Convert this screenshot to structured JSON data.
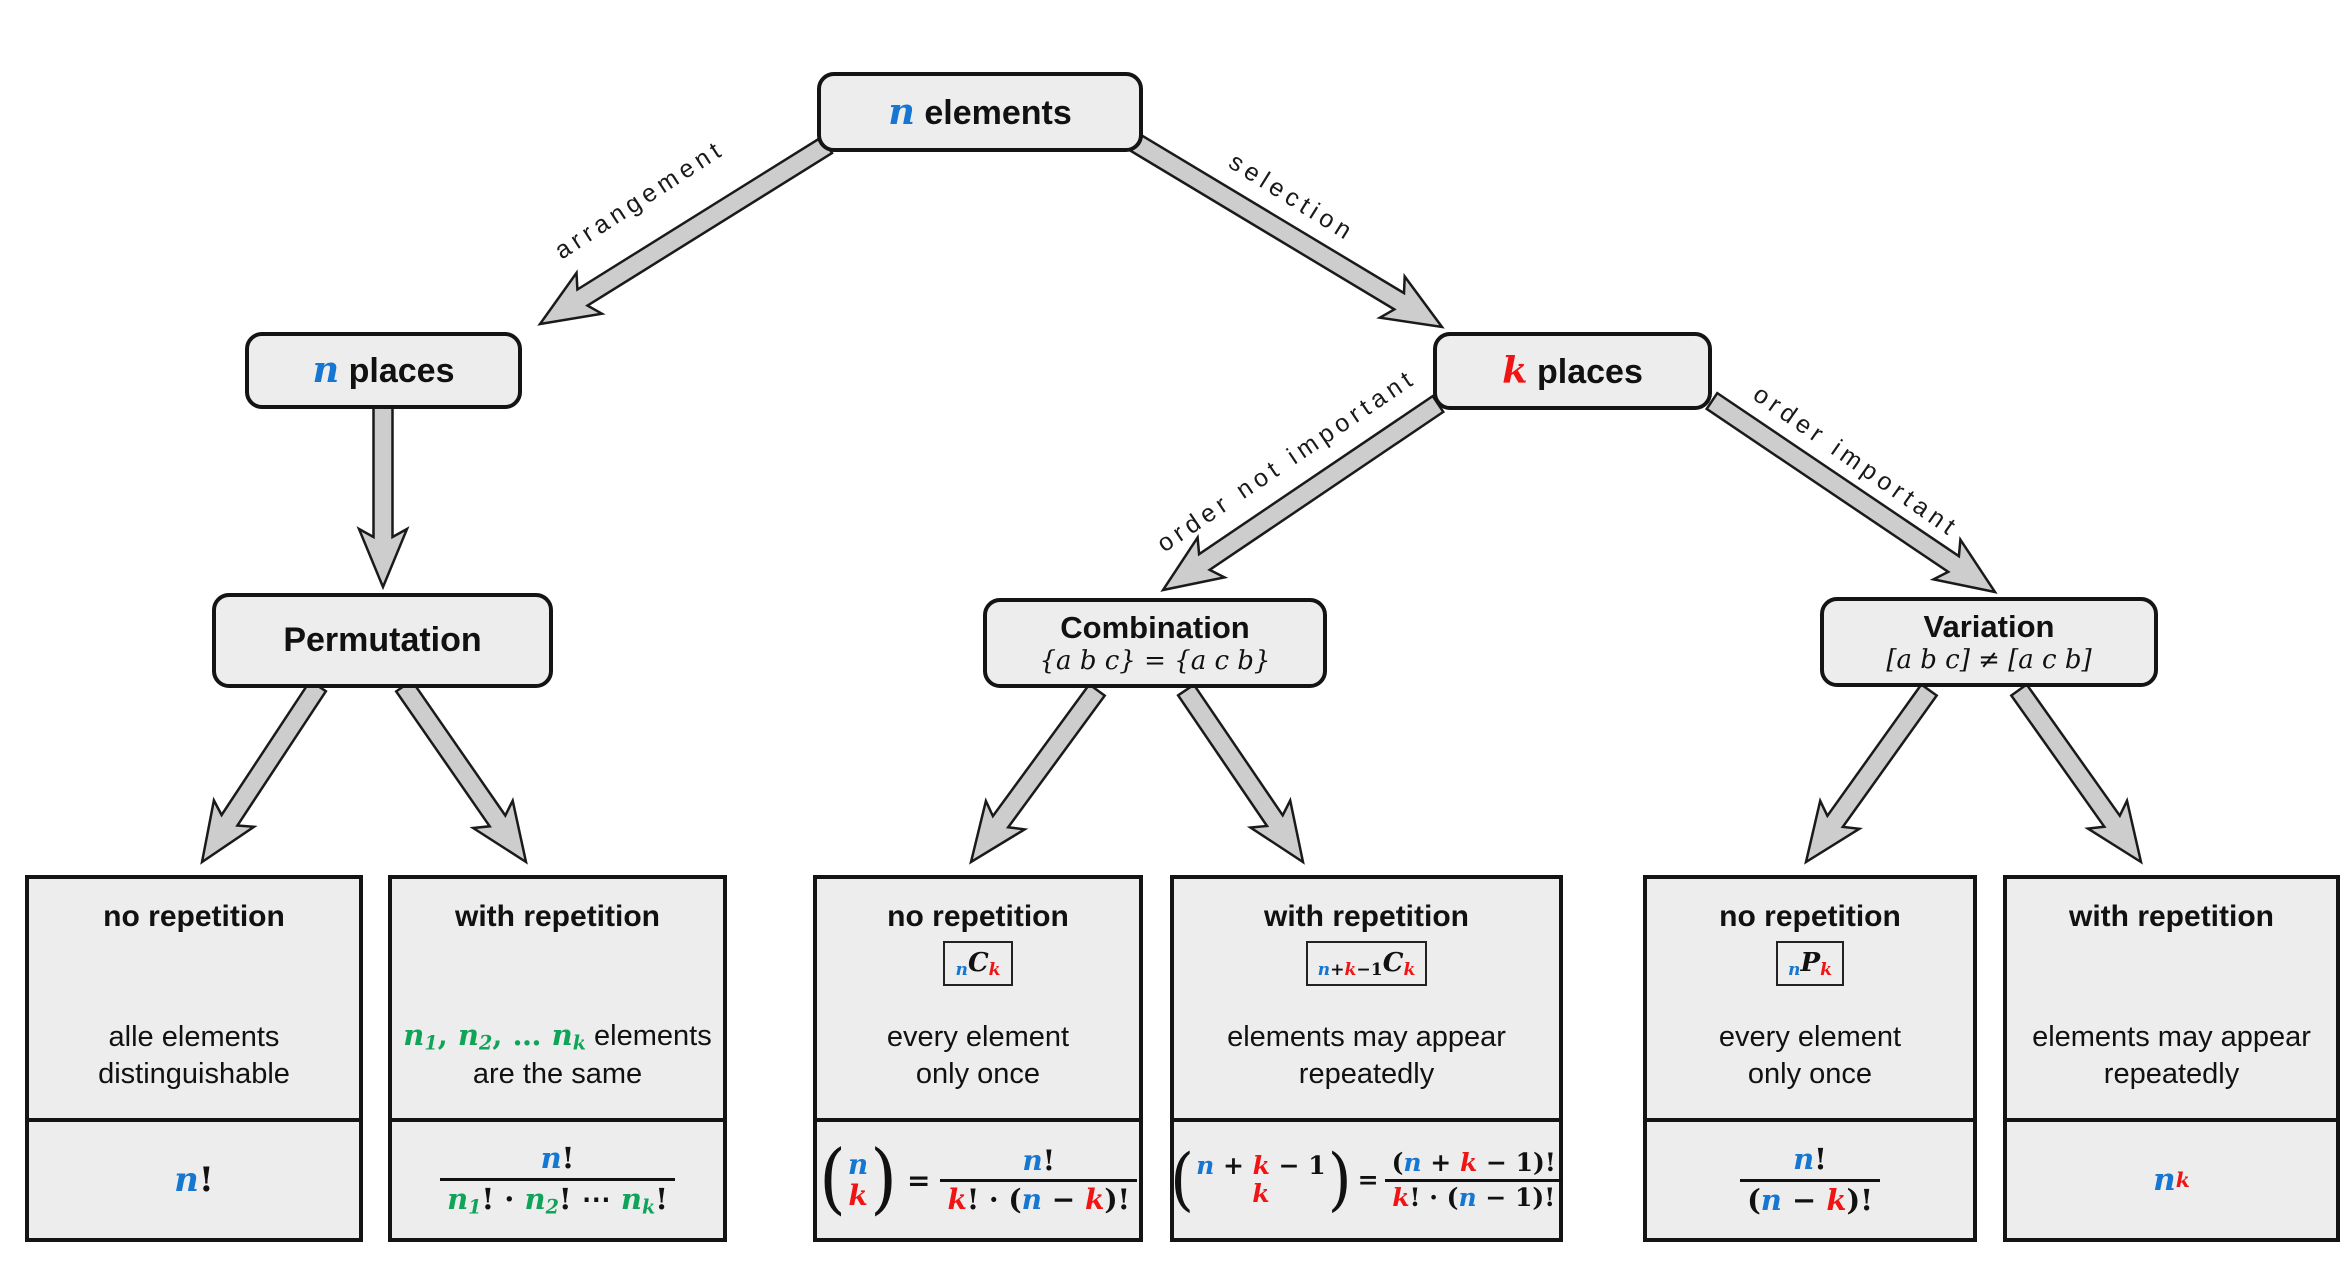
{
  "palette": {
    "blue": "#1577d2",
    "red": "#f01414",
    "green": "#10a45a",
    "box_fill": "#ededed",
    "box_border": "#141414",
    "arrow_fill": "#cdcdcd",
    "arrow_outline": "#1a1a1a",
    "text": "#111111"
  },
  "nodes": {
    "n_elements": {
      "title_runs": [
        {
          "t": "n",
          "c": "blue"
        },
        {
          "t": " elements",
          "style": "label"
        }
      ]
    },
    "n_places": {
      "title_runs": [
        {
          "t": "n",
          "c": "blue"
        },
        {
          "t": " places",
          "style": "label"
        }
      ]
    },
    "k_places": {
      "title_runs": [
        {
          "t": "k",
          "c": "red"
        },
        {
          "t": " places",
          "style": "label"
        }
      ]
    },
    "permutation": {
      "title": "Permutation"
    },
    "combination": {
      "title": "Combination",
      "subtitle": "{a b c} = {a c b}"
    },
    "variation": {
      "title": "Variation",
      "subtitle": "[a b c] ≠ [a c b]"
    }
  },
  "edges": {
    "arrangement": "arrangement",
    "selection": "selection",
    "order_not_important": "order not important",
    "order_important": "order important"
  },
  "leaves": [
    {
      "title": "no repetition",
      "desc": [
        [
          {
            "t": "alle elements",
            "style": "text"
          }
        ],
        [
          {
            "t": "distinguishable",
            "style": "text"
          }
        ]
      ],
      "formula": {
        "runs": [
          {
            "t": "n",
            "c": "blue"
          },
          {
            "t": "!",
            "up": 1
          }
        ]
      }
    },
    {
      "title": "with repetition",
      "desc": [
        [
          {
            "t": "n",
            "c": "green"
          },
          {
            "t": "1",
            "c": "green",
            "sub": 1
          },
          {
            "t": ", ",
            "c": "green",
            "up": 1
          },
          {
            "t": "n",
            "c": "green"
          },
          {
            "t": "2",
            "c": "green",
            "sub": 1
          },
          {
            "t": ", … ",
            "c": "green",
            "up": 1
          },
          {
            "t": "n",
            "c": "green"
          },
          {
            "t": "k",
            "c": "green",
            "sub": 1
          },
          {
            "t": " elements",
            "style": "text"
          }
        ],
        [
          {
            "t": "are the same",
            "style": "text"
          }
        ]
      ],
      "formula": {
        "frac": {
          "num": [
            {
              "t": "n",
              "c": "blue"
            },
            {
              "t": "!",
              "up": 1
            }
          ],
          "den": [
            {
              "t": "n",
              "c": "green"
            },
            {
              "t": "1",
              "c": "green",
              "sub": 1
            },
            {
              "t": "!",
              "up": 1
            },
            {
              "t": " · ",
              "up": 1
            },
            {
              "t": "n",
              "c": "green"
            },
            {
              "t": "2",
              "c": "green",
              "sub": 1
            },
            {
              "t": "!",
              "up": 1
            },
            {
              "t": " ⋯ ",
              "up": 1
            },
            {
              "t": "n",
              "c": "green"
            },
            {
              "t": "k",
              "c": "green",
              "sub": 1
            },
            {
              "t": "!",
              "up": 1
            }
          ]
        }
      }
    },
    {
      "title": "no repetition",
      "badge": [
        {
          "t": "n",
          "c": "blue",
          "sub": 1
        },
        {
          "t": "C"
        },
        {
          "t": "k",
          "c": "red",
          "sub": 1
        }
      ],
      "desc": [
        [
          {
            "t": "every element",
            "style": "text"
          }
        ],
        [
          {
            "t": "only once",
            "style": "text"
          }
        ]
      ],
      "formula": {
        "row": [
          {
            "binom": {
              "top": [
                {
                  "t": "n",
                  "c": "blue"
                }
              ],
              "bot": [
                {
                  "t": "k",
                  "c": "red"
                }
              ]
            }
          },
          {
            "runs": [
              {
                "t": "=",
                "up": 1
              }
            ]
          },
          {
            "frac": {
              "num": [
                {
                  "t": "n",
                  "c": "blue"
                },
                {
                  "t": "!",
                  "up": 1
                }
              ],
              "den": [
                {
                  "t": "k",
                  "c": "red"
                },
                {
                  "t": "!",
                  "up": 1
                },
                {
                  "t": " · (",
                  "up": 1
                },
                {
                  "t": "n",
                  "c": "blue"
                },
                {
                  "t": " − ",
                  "up": 1
                },
                {
                  "t": "k",
                  "c": "red"
                },
                {
                  "t": ")!",
                  "up": 1
                }
              ]
            }
          }
        ]
      }
    },
    {
      "title": "with repetition",
      "badge": [
        {
          "t": "n",
          "c": "blue",
          "sub": 1
        },
        {
          "t": "+",
          "sub": 1,
          "up": 1
        },
        {
          "t": "k",
          "c": "red",
          "sub": 1
        },
        {
          "t": "−1",
          "sub": 1,
          "up": 1
        },
        {
          "t": "C"
        },
        {
          "t": "k",
          "c": "red",
          "sub": 1
        }
      ],
      "desc": [
        [
          {
            "t": "elements may appear",
            "style": "text"
          }
        ],
        [
          {
            "t": "repeatedly",
            "style": "text"
          }
        ]
      ],
      "formula": {
        "row": [
          {
            "binom": {
              "top": [
                {
                  "t": "n",
                  "c": "blue"
                },
                {
                  "t": " + ",
                  "up": 1
                },
                {
                  "t": "k",
                  "c": "red"
                },
                {
                  "t": " − 1",
                  "up": 1
                }
              ],
              "bot": [
                {
                  "t": "k",
                  "c": "red"
                }
              ]
            }
          },
          {
            "runs": [
              {
                "t": "=",
                "up": 1
              }
            ]
          },
          {
            "frac": {
              "num": [
                {
                  "t": "(",
                  "up": 1
                },
                {
                  "t": "n",
                  "c": "blue"
                },
                {
                  "t": " + ",
                  "up": 1
                },
                {
                  "t": "k",
                  "c": "red"
                },
                {
                  "t": " − 1",
                  "up": 1
                },
                {
                  "t": ")!",
                  "up": 1
                }
              ],
              "den": [
                {
                  "t": "k",
                  "c": "red"
                },
                {
                  "t": "!",
                  "up": 1
                },
                {
                  "t": " · (",
                  "up": 1
                },
                {
                  "t": "n",
                  "c": "blue"
                },
                {
                  "t": " − 1",
                  "up": 1
                },
                {
                  "t": ")!",
                  "up": 1
                }
              ]
            }
          }
        ]
      }
    },
    {
      "title": "no repetition",
      "badge": [
        {
          "t": "n",
          "c": "blue",
          "sub": 1
        },
        {
          "t": "P"
        },
        {
          "t": "k",
          "c": "red",
          "sub": 1
        }
      ],
      "desc": [
        [
          {
            "t": "every element",
            "style": "text"
          }
        ],
        [
          {
            "t": "only once",
            "style": "text"
          }
        ]
      ],
      "formula": {
        "frac": {
          "num": [
            {
              "t": "n",
              "c": "blue"
            },
            {
              "t": "!",
              "up": 1
            }
          ],
          "den": [
            {
              "t": "(",
              "up": 1
            },
            {
              "t": "n",
              "c": "blue"
            },
            {
              "t": " − ",
              "up": 1
            },
            {
              "t": "k",
              "c": "red"
            },
            {
              "t": ")!",
              "up": 1
            }
          ]
        }
      }
    },
    {
      "title": "with repetition",
      "desc": [
        [
          {
            "t": "elements may appear",
            "style": "text"
          }
        ],
        [
          {
            "t": "repeatedly",
            "style": "text"
          }
        ]
      ],
      "formula": {
        "runs": [
          {
            "t": "n",
            "c": "blue"
          },
          {
            "t": "k",
            "c": "red",
            "sup": 1
          }
        ]
      }
    }
  ]
}
